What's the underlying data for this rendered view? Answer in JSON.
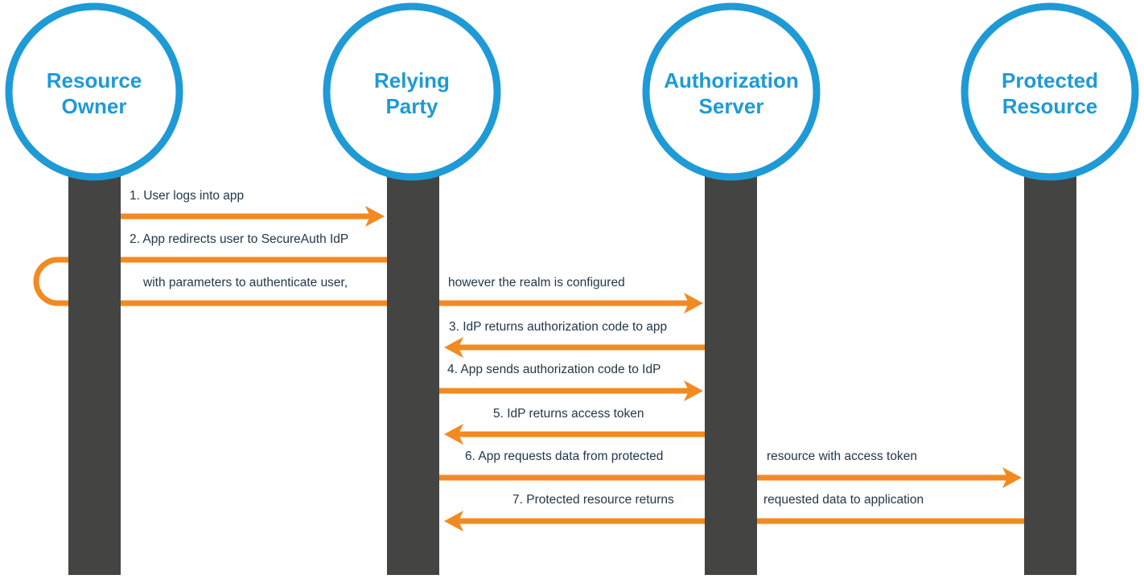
{
  "colors": {
    "actor_ring": "#1e9ad6",
    "actor_text": "#1e9ad6",
    "lifeline": "#444443",
    "arrow": "#f28a21",
    "message_text": "#22384a",
    "background": "#ffffff"
  },
  "actors": [
    {
      "id": "resource-owner",
      "line1": "Resource",
      "line2": "Owner"
    },
    {
      "id": "relying-party",
      "line1": "Relying",
      "line2": "Party"
    },
    {
      "id": "authorization-server",
      "line1": "Authorization",
      "line2": "Server"
    },
    {
      "id": "protected-resource",
      "line1": "Protected",
      "line2": "Resource"
    }
  ],
  "messages": [
    {
      "step": 1,
      "text_left": "1. User logs into app",
      "text_right": ""
    },
    {
      "step": 2,
      "text_left": "2. App redirects user to SecureAuth IdP",
      "text_right": ""
    },
    {
      "step": 2,
      "text_left": "with parameters to authenticate user,",
      "text_right": "however the realm is configured"
    },
    {
      "step": 3,
      "text_left": "3. IdP returns authorization code to app",
      "text_right": ""
    },
    {
      "step": 4,
      "text_left": "4. App sends authorization code to IdP",
      "text_right": ""
    },
    {
      "step": 5,
      "text_left": "5. IdP returns access token",
      "text_right": ""
    },
    {
      "step": 6,
      "text_left": "6. App requests data from protected",
      "text_right": "resource with access token"
    },
    {
      "step": 7,
      "text_left": "7. Protected resource returns",
      "text_right": "requested data to application"
    }
  ]
}
